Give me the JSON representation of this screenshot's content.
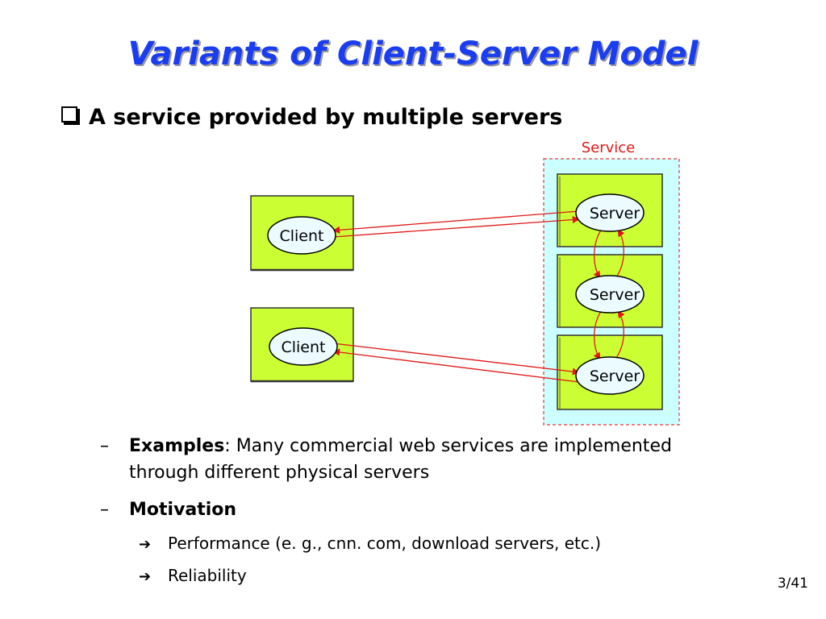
{
  "slide": {
    "title": "Variants of Client-Server Model",
    "bullet": "A service provided by multiple servers",
    "page_number": "3/41"
  },
  "diagram": {
    "service_label": "Service",
    "clients": [
      "Client",
      "Client"
    ],
    "servers": [
      "Server",
      "Server",
      "Server"
    ],
    "colors": {
      "box_fill": "#ccff33",
      "ellipse_fill": "#ebfbff",
      "service_bg": "#ccffff",
      "service_border": "#e23a3a",
      "arrow": "#e01818",
      "title": "#1a3df0"
    }
  },
  "items": {
    "examples_label": "Examples",
    "examples_text": ": Many commercial web services are implemented",
    "examples_text2": "through different physical servers",
    "motivation_label": "Motivation",
    "sub_items": [
      "Performance (e. g., cnn. com, download servers, etc.)",
      "Reliability"
    ]
  }
}
